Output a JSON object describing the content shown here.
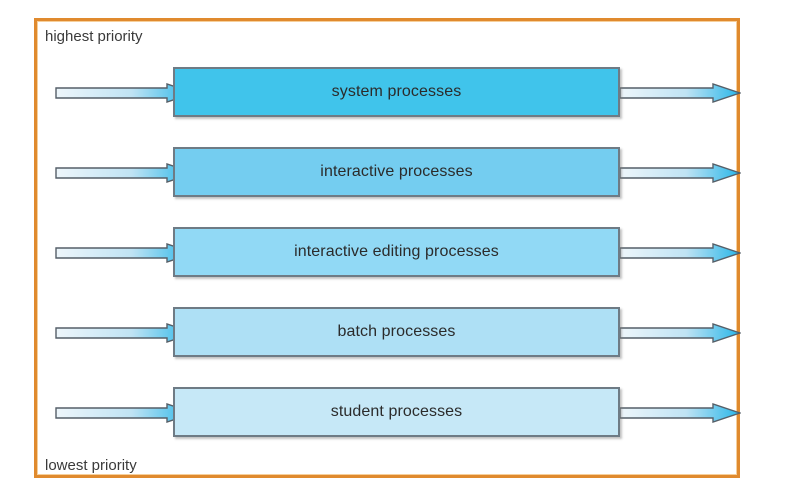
{
  "diagram": {
    "title_top": "highest priority",
    "title_bottom": "lowest priority",
    "frame_color": "#e08a2e",
    "bar_border_color": "#6e7b85",
    "arrow_head_color": "#29b6e8",
    "arrow_outline_color": "#555f68",
    "rows": [
      {
        "label": "system processes",
        "fill": "#40c4eb",
        "arrow_in_name": "arrow-in-system-processes",
        "arrow_out_name": "arrow-out-system-processes"
      },
      {
        "label": "interactive processes",
        "fill": "#74cdf0",
        "arrow_in_name": "arrow-in-interactive-processes",
        "arrow_out_name": "arrow-out-interactive-processes"
      },
      {
        "label": "interactive editing processes",
        "fill": "#91d9f5",
        "arrow_in_name": "arrow-in-interactive-editing-processes",
        "arrow_out_name": "arrow-out-interactive-editing-processes"
      },
      {
        "label": "batch processes",
        "fill": "#aee0f5",
        "arrow_in_name": "arrow-in-batch-processes",
        "arrow_out_name": "arrow-out-batch-processes"
      },
      {
        "label": "student processes",
        "fill": "#c6e8f7",
        "arrow_in_name": "arrow-in-student-processes",
        "arrow_out_name": "arrow-out-student-processes"
      }
    ]
  }
}
